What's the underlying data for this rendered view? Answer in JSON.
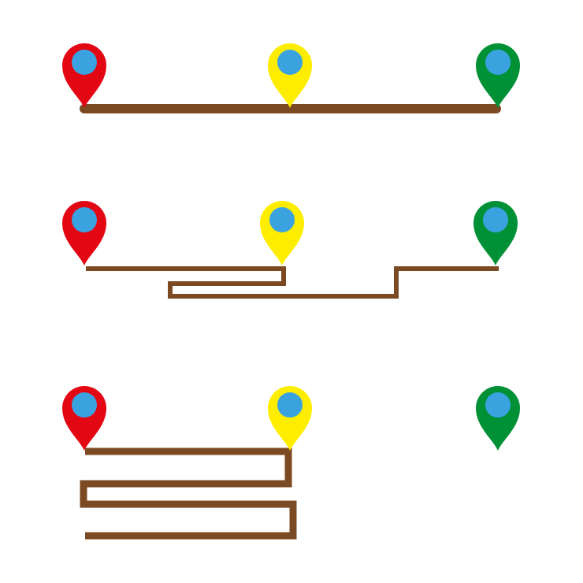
{
  "colors": {
    "background": "#ffffff",
    "route": "#7b4a22",
    "pin_inner": "#3aa3df",
    "red": "#e30613",
    "yellow": "#ffed00",
    "green": "#009036"
  },
  "routes": [
    {
      "name": "route-1",
      "style": "straight",
      "pins": [
        {
          "name": "start-pin",
          "color": "red",
          "icon": "map-pin-icon"
        },
        {
          "name": "waypoint-pin",
          "color": "yellow",
          "icon": "map-pin-icon"
        },
        {
          "name": "end-pin",
          "color": "green",
          "icon": "map-pin-icon"
        }
      ]
    },
    {
      "name": "route-2",
      "style": "detour",
      "pins": [
        {
          "name": "start-pin",
          "color": "red",
          "icon": "map-pin-icon"
        },
        {
          "name": "waypoint-pin",
          "color": "yellow",
          "icon": "map-pin-icon"
        },
        {
          "name": "end-pin",
          "color": "green",
          "icon": "map-pin-icon"
        }
      ]
    },
    {
      "name": "route-3",
      "style": "zigzag-incomplete",
      "pins": [
        {
          "name": "start-pin",
          "color": "red",
          "icon": "map-pin-icon"
        },
        {
          "name": "waypoint-pin",
          "color": "yellow",
          "icon": "map-pin-icon"
        },
        {
          "name": "end-pin",
          "color": "green",
          "icon": "map-pin-icon"
        }
      ]
    }
  ]
}
